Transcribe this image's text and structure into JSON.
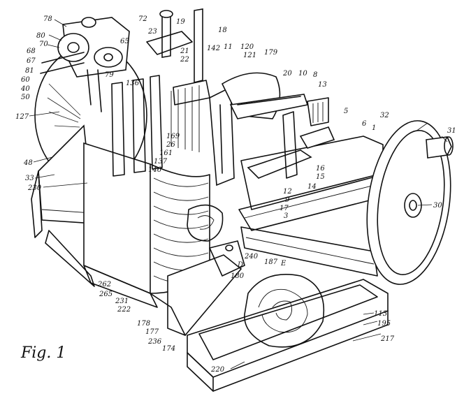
{
  "figure": {
    "caption": "Fig. 1",
    "reference_numerals": {
      "n78": "78",
      "n65": "65",
      "n72": "72",
      "n19": "19",
      "n18": "18",
      "n23": "23",
      "n80": "80",
      "n70": "70",
      "n68": "68",
      "n67": "67",
      "n81": "81",
      "n60": "60",
      "n40": "40",
      "n50": "50",
      "n127": "127",
      "n48": "48",
      "n33": "33",
      "n230": "230",
      "n262": "262",
      "n265": "265",
      "n231": "231",
      "n222": "222",
      "n178": "178",
      "n177": "177",
      "n236": "236",
      "n174": "174",
      "n220": "220",
      "n21": "21",
      "n22": "22",
      "n142": "142",
      "n11": "11",
      "n120": "120",
      "n121": "121",
      "n179": "179",
      "n136": "136",
      "n79": "79",
      "n20": "20",
      "n10": "10",
      "n8": "8",
      "n13": "13",
      "n5": "5",
      "n6": "6",
      "n1": "1",
      "n32": "32",
      "n31": "31",
      "n30": "30",
      "n16": "16",
      "n15": "15",
      "n14": "14",
      "n12": "12",
      "n9": "9",
      "n17": "17",
      "n3": "3",
      "n169": "169",
      "n26": "26",
      "n161": "161",
      "n137": "137",
      "n146": "146",
      "n240": "240",
      "nD": "D",
      "n180": "180",
      "n187": "187",
      "nE": "E",
      "n113": "113",
      "n195": "195",
      "n217": "217"
    }
  }
}
